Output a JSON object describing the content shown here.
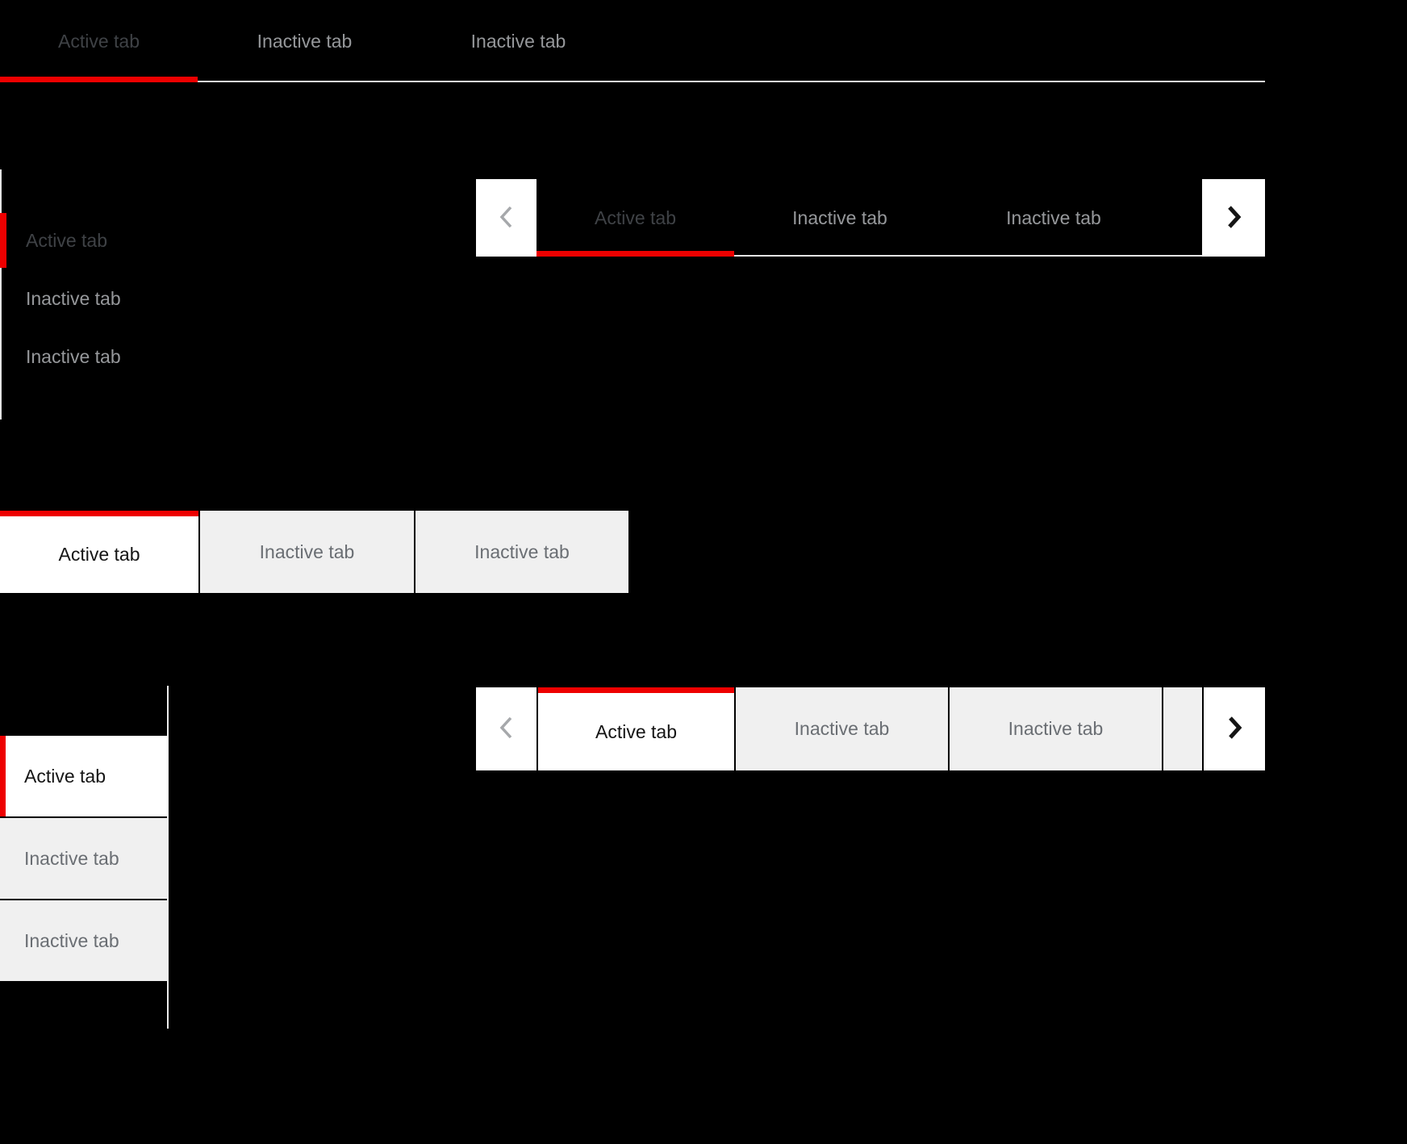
{
  "colors": {
    "accent": "#ee0000",
    "inactive_tab_background": "#f0f0f0",
    "active_tab_text": "#151515",
    "inactive_tab_text": "#6a6e73",
    "page_background": "#000000"
  },
  "tabs_line_horizontal": {
    "items": [
      {
        "label": "Active tab",
        "state": "active"
      },
      {
        "label": "Inactive tab",
        "state": "inactive"
      },
      {
        "label": "Inactive tab",
        "state": "inactive"
      }
    ]
  },
  "tabs_line_vertical": {
    "items": [
      {
        "label": "Active tab",
        "state": "active"
      },
      {
        "label": "Inactive tab",
        "state": "inactive"
      },
      {
        "label": "Inactive tab",
        "state": "inactive"
      }
    ]
  },
  "tabs_line_overflow": {
    "scroll_left_icon": "angle-left-icon",
    "scroll_right_icon": "angle-right-icon",
    "items": [
      {
        "label": "Active tab",
        "state": "active"
      },
      {
        "label": "Inactive tab",
        "state": "inactive"
      },
      {
        "label": "Inactive tab",
        "state": "inactive"
      }
    ]
  },
  "tabs_box_horizontal": {
    "items": [
      {
        "label": "Active tab",
        "state": "active"
      },
      {
        "label": "Inactive tab",
        "state": "inactive"
      },
      {
        "label": "Inactive tab",
        "state": "inactive"
      }
    ]
  },
  "tabs_box_vertical": {
    "items": [
      {
        "label": "Active tab",
        "state": "active"
      },
      {
        "label": "Inactive tab",
        "state": "inactive"
      },
      {
        "label": "Inactive tab",
        "state": "inactive"
      }
    ]
  },
  "tabs_box_overflow": {
    "scroll_left_icon": "angle-left-icon",
    "scroll_right_icon": "angle-right-icon",
    "items": [
      {
        "label": "Active tab",
        "state": "active"
      },
      {
        "label": "Inactive tab",
        "state": "inactive"
      },
      {
        "label": "Inactive tab",
        "state": "inactive"
      }
    ]
  }
}
